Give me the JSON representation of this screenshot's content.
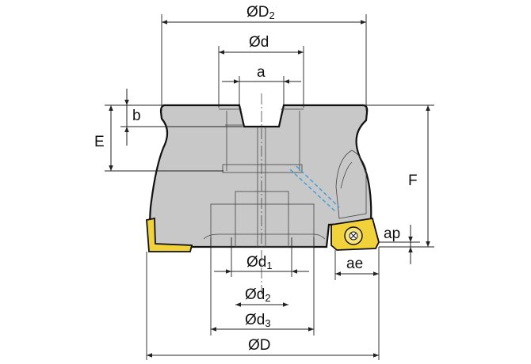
{
  "labels": {
    "D2": "ØD",
    "D2_sub": "2",
    "d": "Ød",
    "a": "a",
    "b": "b",
    "E": "E",
    "F": "F",
    "ap": "ap",
    "ae": "ae",
    "d1": "Ød",
    "d1_sub": "1",
    "d2": "Ød",
    "d2_sub": "2",
    "d3": "Ød",
    "d3_sub": "3",
    "D": "ØD"
  },
  "colors": {
    "body_fill": "#c8c8c8",
    "outline": "#111111",
    "insert_fill": "#f2d23a",
    "insert_edge": "#8a6d00",
    "coolant_channel": "#3aa0d8"
  }
}
